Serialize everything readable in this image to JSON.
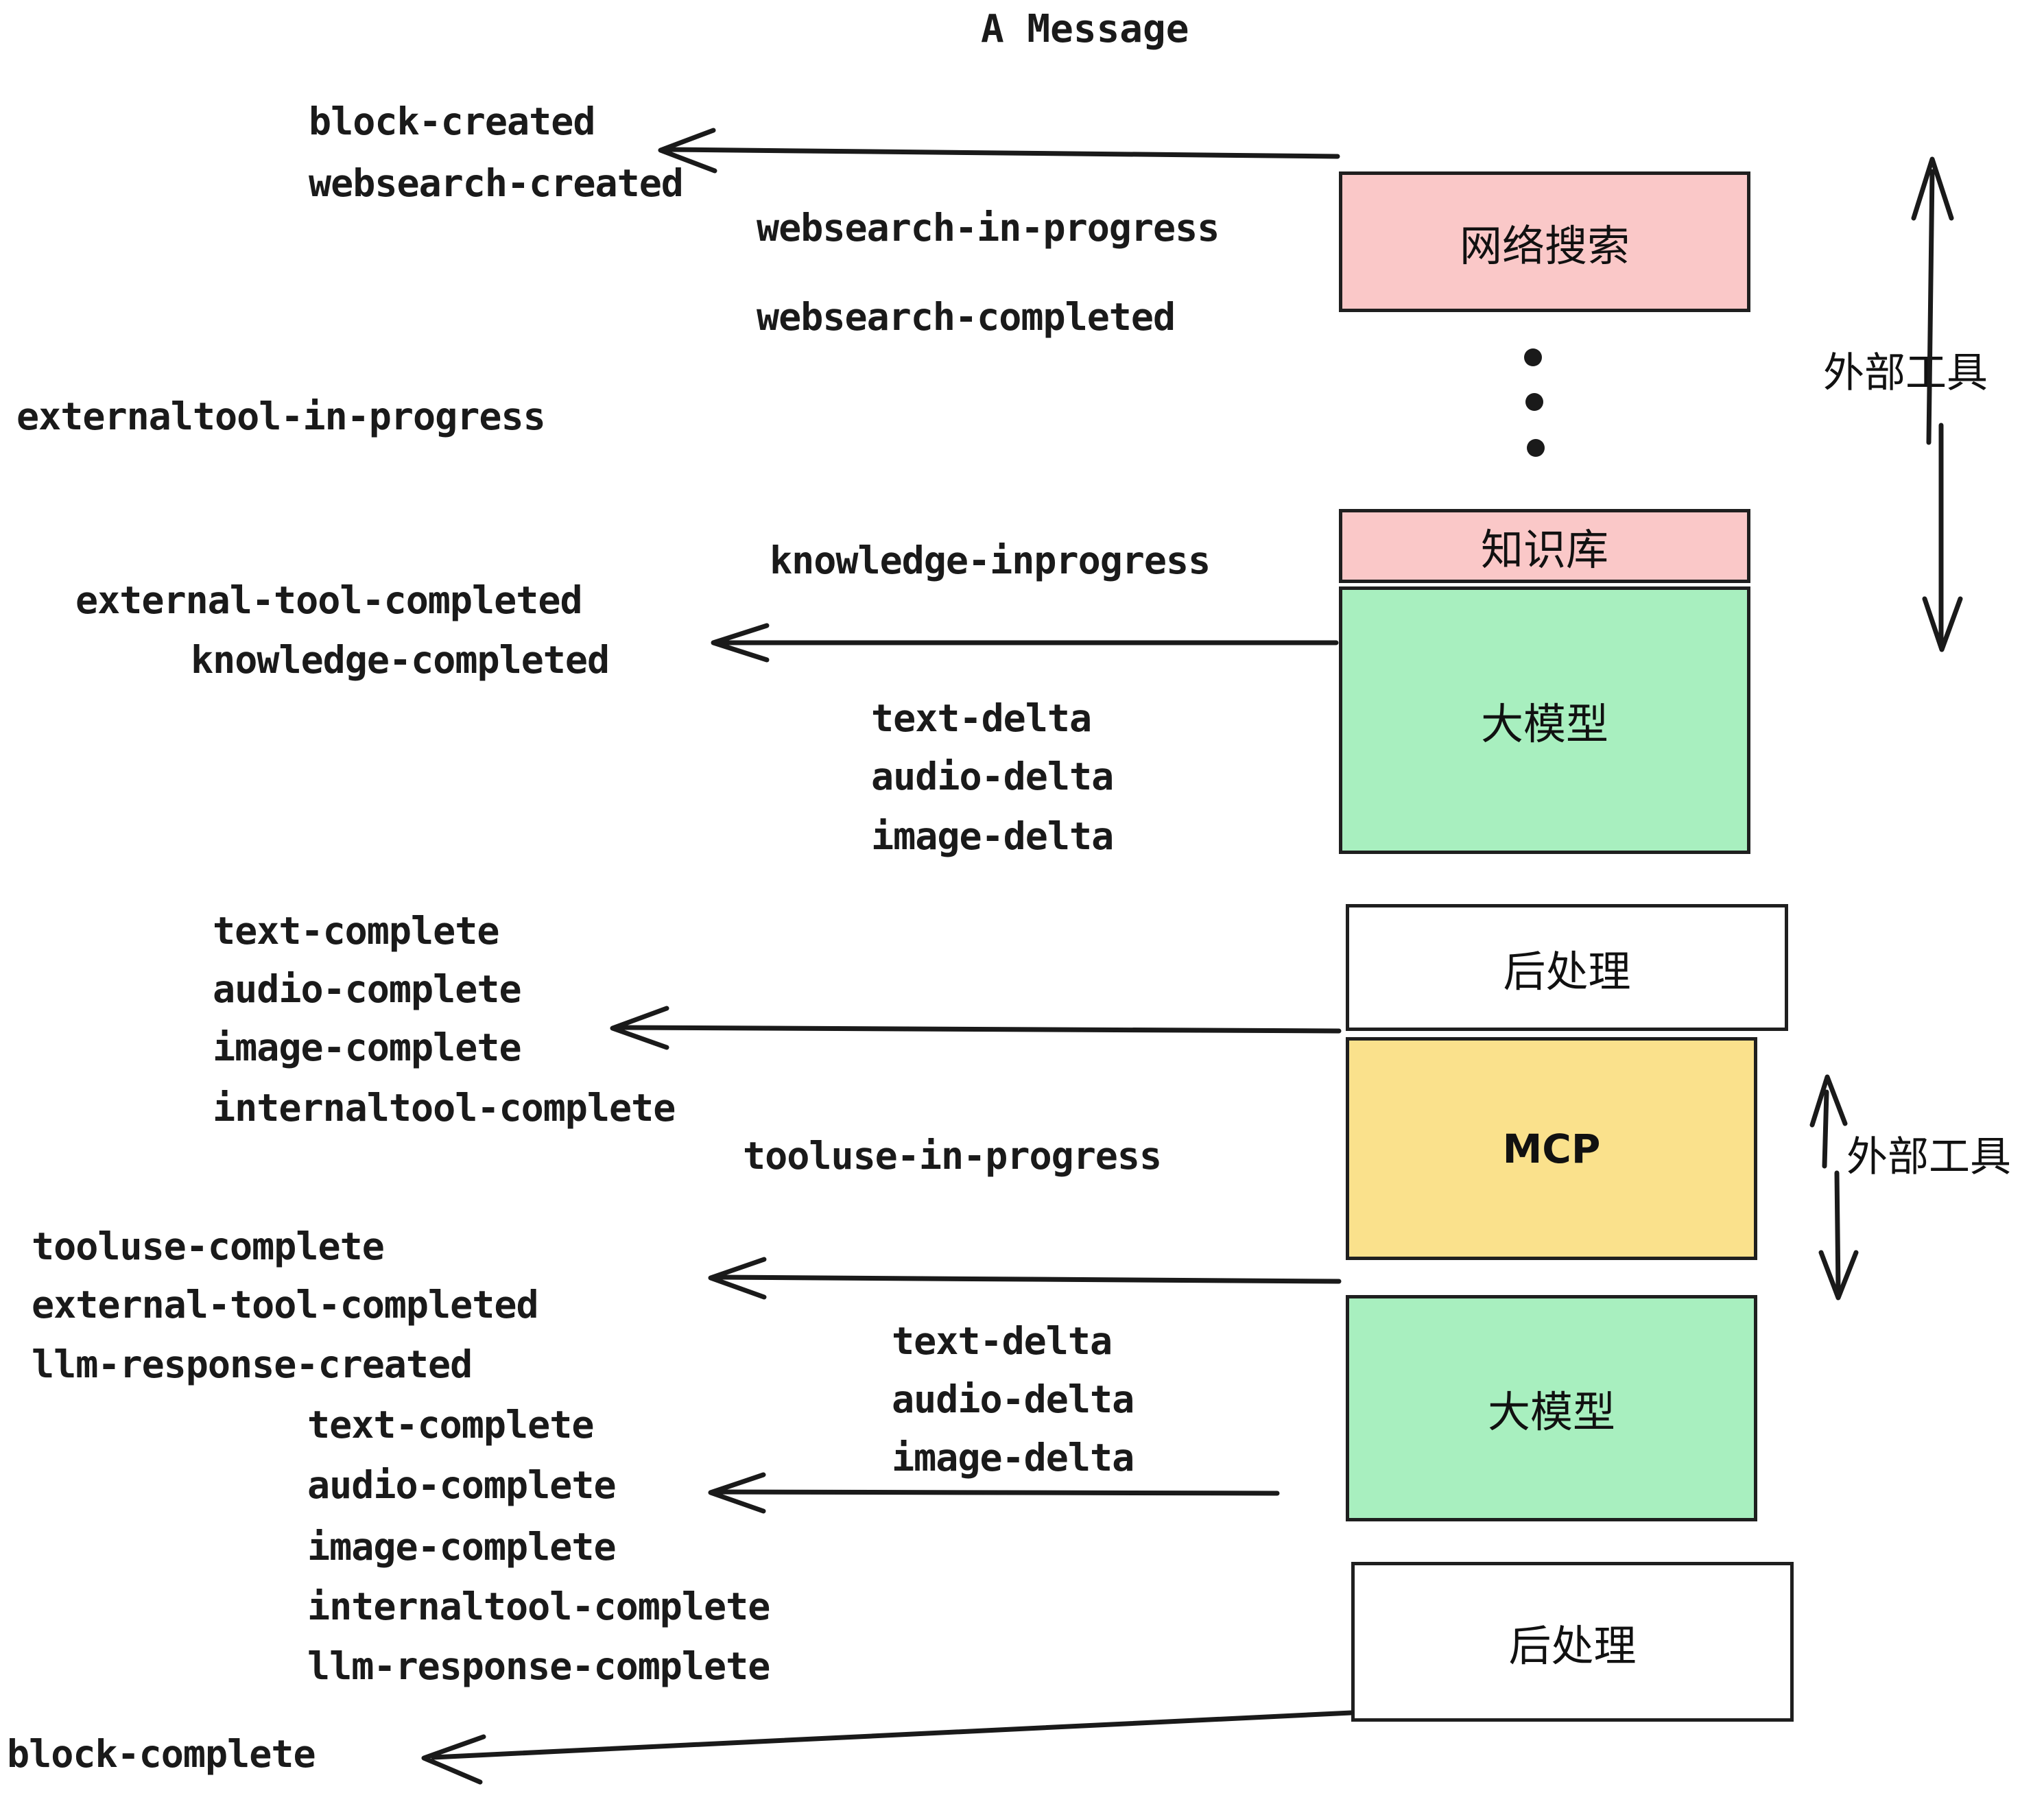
{
  "diagram": {
    "title": "A Message",
    "colors": {
      "pink": "#FAC8C8",
      "green": "#A8EFBF",
      "yellow": "#FAE18C",
      "white": "#FFFFFF",
      "stroke": "#1f1f1f",
      "text": "#1a1a1a"
    },
    "nodes": [
      {
        "id": "websearch",
        "label": "网络搜索",
        "fill": "#FAC8C8"
      },
      {
        "id": "knowledge",
        "label": "知识库",
        "fill": "#FAC8C8"
      },
      {
        "id": "llm-1",
        "label": "大模型",
        "fill": "#A8EFBF"
      },
      {
        "id": "postproc-1",
        "label": "后处理",
        "fill": "#FFFFFF"
      },
      {
        "id": "mcp",
        "label": "MCP",
        "fill": "#FAE18C"
      },
      {
        "id": "llm-2",
        "label": "大模型",
        "fill": "#A8EFBF"
      },
      {
        "id": "postproc-2",
        "label": "后处理",
        "fill": "#FFFFFF"
      }
    ],
    "side_labels": [
      {
        "id": "external-tools-top",
        "text": "外部工具"
      },
      {
        "id": "external-tools-bottom",
        "text": "外部工具"
      }
    ],
    "events": [
      {
        "id": "block-created",
        "text": "block-created"
      },
      {
        "id": "websearch-created",
        "text": "websearch-created"
      },
      {
        "id": "websearch-in-progress",
        "text": "websearch-in-progress"
      },
      {
        "id": "websearch-completed",
        "text": "websearch-completed"
      },
      {
        "id": "externaltool-in-progress",
        "text": "externaltool-in-progress"
      },
      {
        "id": "knowledge-inprogress",
        "text": "knowledge-inprogress"
      },
      {
        "id": "external-tool-completed-1",
        "text": "external-tool-completed"
      },
      {
        "id": "knowledge-completed",
        "text": "knowledge-completed"
      },
      {
        "id": "text-delta-1",
        "text": "text-delta"
      },
      {
        "id": "audio-delta-1",
        "text": "audio-delta"
      },
      {
        "id": "image-delta-1",
        "text": "image-delta"
      },
      {
        "id": "text-complete-1",
        "text": "text-complete"
      },
      {
        "id": "audio-complete-1",
        "text": "audio-complete"
      },
      {
        "id": "image-complete-1",
        "text": "image-complete"
      },
      {
        "id": "internaltool-complete-1",
        "text": "internaltool-complete"
      },
      {
        "id": "tooluse-in-progress",
        "text": "tooluse-in-progress"
      },
      {
        "id": "tooluse-complete",
        "text": "tooluse-complete"
      },
      {
        "id": "external-tool-completed-2",
        "text": "external-tool-completed"
      },
      {
        "id": "llm-response-created",
        "text": "llm-response-created"
      },
      {
        "id": "text-delta-2",
        "text": "text-delta"
      },
      {
        "id": "audio-delta-2",
        "text": "audio-delta"
      },
      {
        "id": "image-delta-2",
        "text": "image-delta"
      },
      {
        "id": "text-complete-2",
        "text": "text-complete"
      },
      {
        "id": "audio-complete-2",
        "text": "audio-complete"
      },
      {
        "id": "image-complete-2",
        "text": "image-complete"
      },
      {
        "id": "internaltool-complete-2",
        "text": "internaltool-complete"
      },
      {
        "id": "llm-response-complete",
        "text": "llm-response-complete"
      },
      {
        "id": "block-complete",
        "text": "block-complete"
      }
    ],
    "ellipsis_dots": 3
  }
}
